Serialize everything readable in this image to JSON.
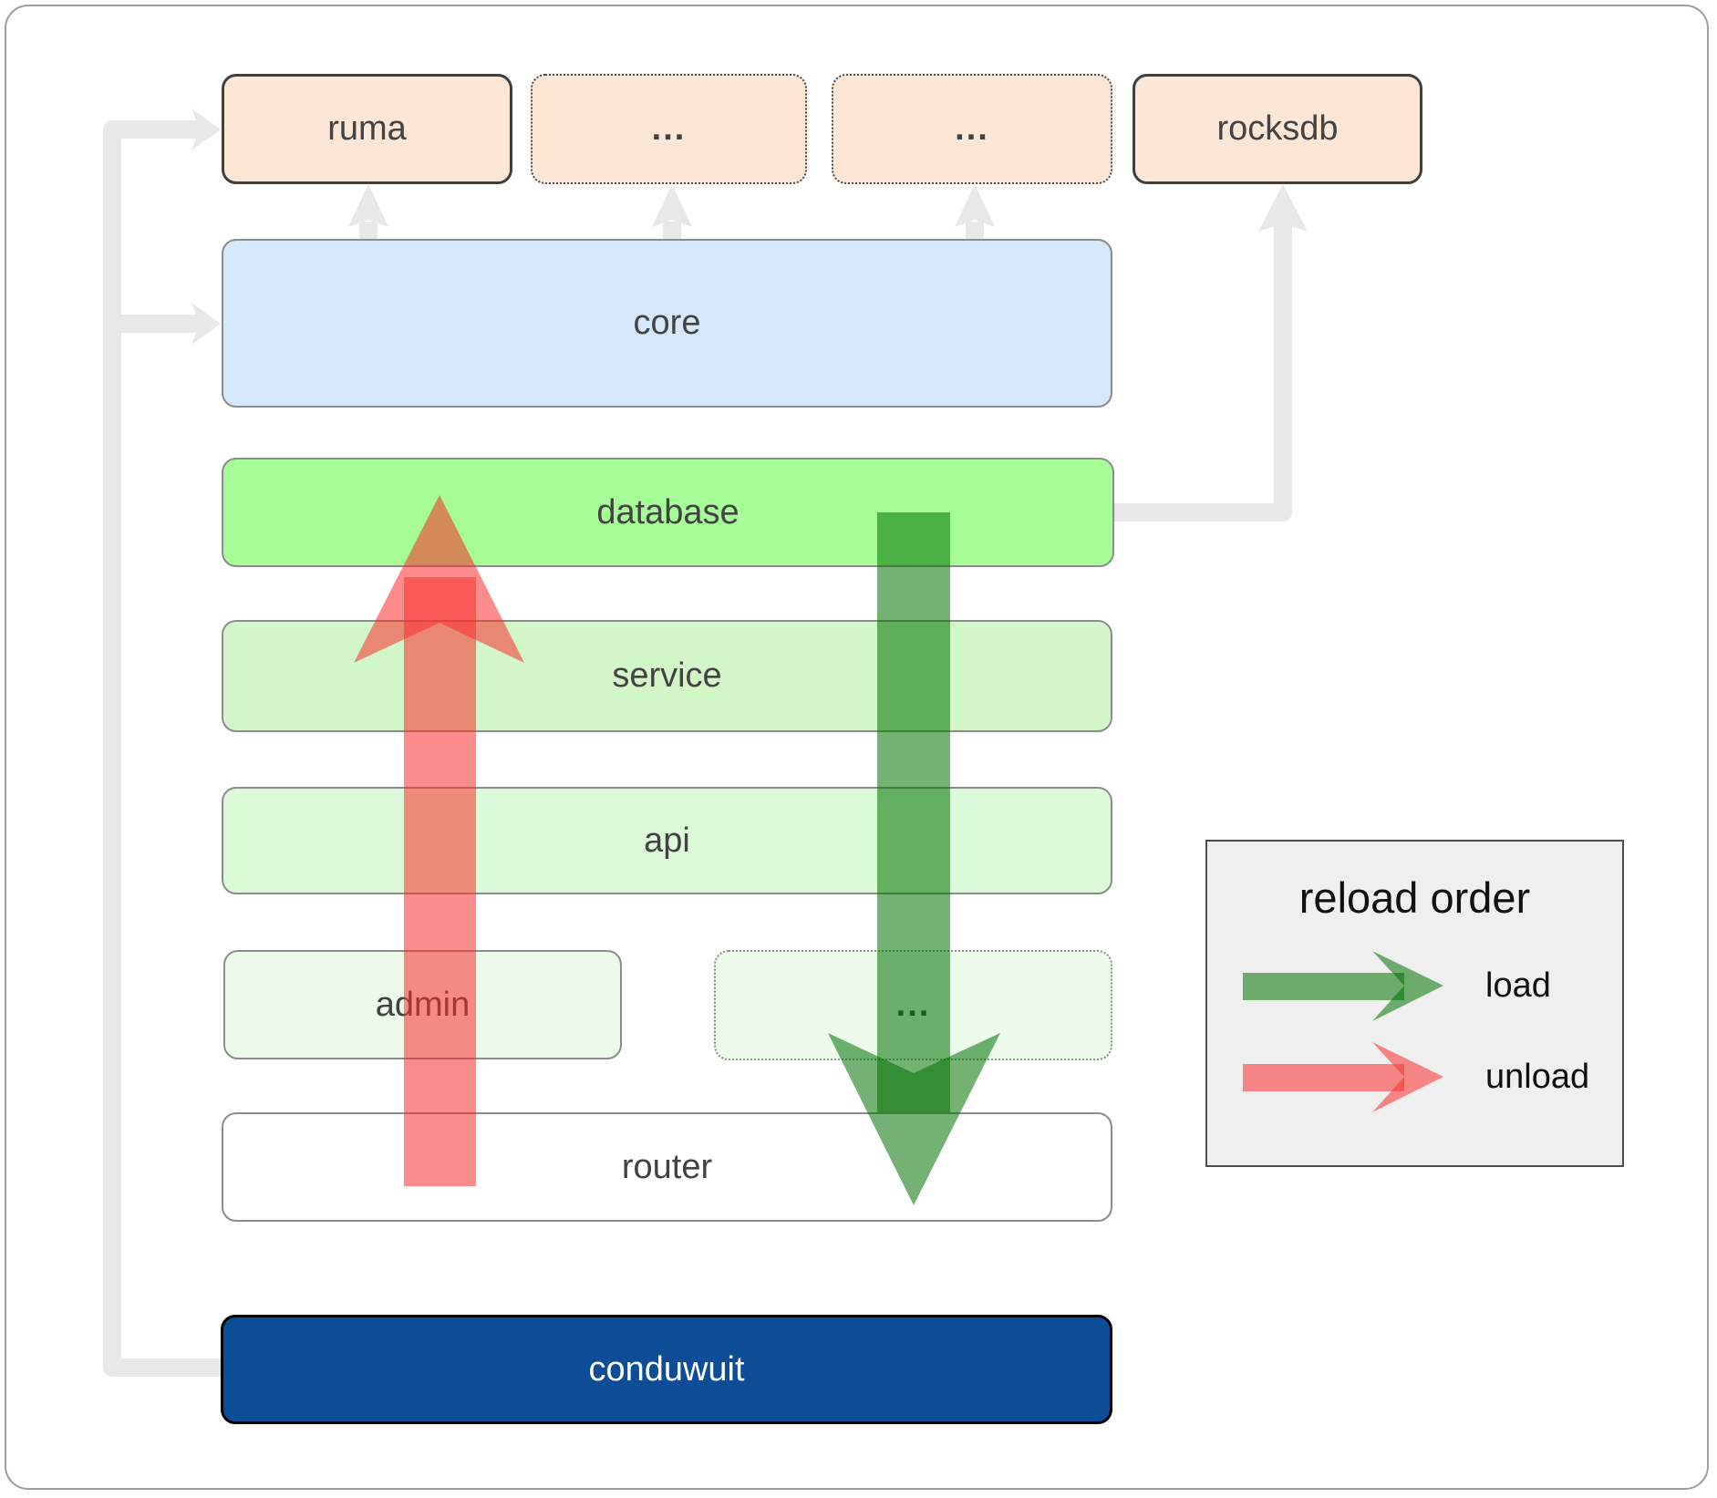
{
  "boxes": {
    "ruma": {
      "label": "ruma"
    },
    "crates_ellipsis_1": {
      "label": "..."
    },
    "crates_ellipsis_2": {
      "label": "..."
    },
    "rocksdb": {
      "label": "rocksdb"
    },
    "core": {
      "label": "core"
    },
    "database": {
      "label": "database"
    },
    "service": {
      "label": "service"
    },
    "api": {
      "label": "api"
    },
    "admin": {
      "label": "admin"
    },
    "services_ellipsis": {
      "label": "..."
    },
    "router": {
      "label": "router"
    },
    "conduwuit": {
      "label": "conduwuit"
    }
  },
  "legend": {
    "title": "reload order",
    "items": [
      {
        "label": "load",
        "arrow": "load-arrow-icon",
        "color": "#007300"
      },
      {
        "label": "unload",
        "arrow": "unload-arrow-icon",
        "color": "#fa2d2d"
      }
    ]
  },
  "colors": {
    "box-peach": "#fce6d6",
    "box-blue": "#d4e7fb",
    "box-green-bright": "#a6fc96",
    "box-green-light": "#d3f6c8",
    "box-green-lighter": "#ddfad8",
    "box-green-faint": "#ecfbea",
    "box-white": "#ffffff",
    "conduwuit-blue": "#0d4c96",
    "connector-gray": "#e8e8e8",
    "legend-bg": "#efefef",
    "load-green": "rgba(0,115,0,0.55)",
    "unload-red": "rgba(250,45,45,0.55)",
    "text-dark": "#434343",
    "border-gray": "#8c8c8c",
    "border-dark": "#3f3f3f"
  }
}
